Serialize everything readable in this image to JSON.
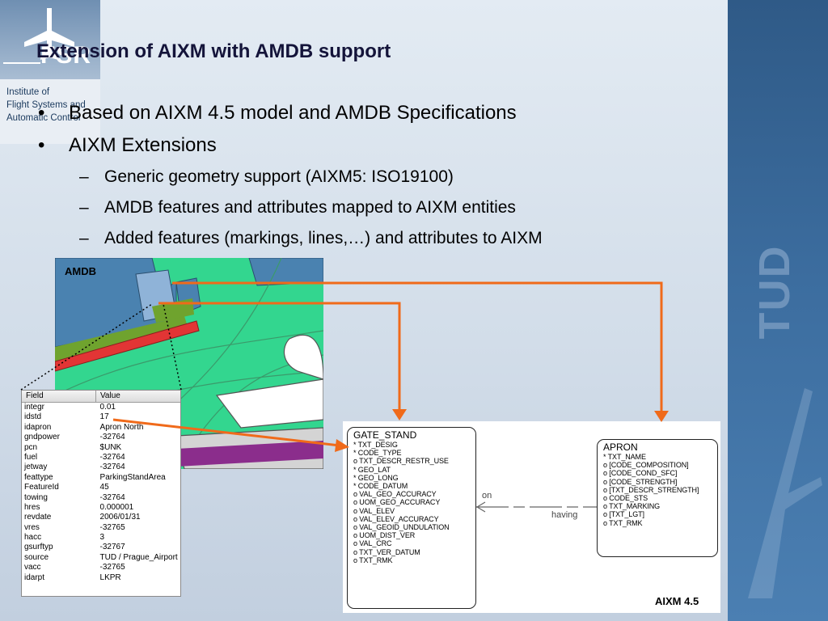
{
  "slide": {
    "title": "Extension of AIXM with AMDB support",
    "bullets": [
      {
        "marker": "•",
        "text": "Based on AIXM 4.5 model and AMDB Specifications"
      },
      {
        "marker": "•",
        "text": "AIXM Extensions"
      }
    ],
    "sub_bullets": [
      {
        "marker": "–",
        "text": "Generic geometry support (AIXM5: ISO19100)"
      },
      {
        "marker": "–",
        "text": "AMDB features and attributes mapped to AIXM entities"
      },
      {
        "marker": "–",
        "text": "Added features (markings, lines,…) and attributes to AIXM"
      }
    ]
  },
  "branding": {
    "logo_text": "FSR",
    "institute_lines": [
      "Institute of",
      "Flight Systems and",
      "Automatic Control"
    ],
    "side_text": "TUD"
  },
  "amdb_map": {
    "label": "AMDB"
  },
  "attribute_table": {
    "headers": [
      "Field",
      "Value"
    ],
    "rows": [
      [
        "integr",
        "0.01"
      ],
      [
        "idstd",
        "17"
      ],
      [
        "idapron",
        "Apron North"
      ],
      [
        "gndpower",
        "-32764"
      ],
      [
        "pcn",
        "$UNK"
      ],
      [
        "fuel",
        "-32764"
      ],
      [
        "jetway",
        "-32764"
      ],
      [
        "feattype",
        "ParkingStandArea"
      ],
      [
        "FeatureId",
        "45"
      ],
      [
        "towing",
        "-32764"
      ],
      [
        "hres",
        "0.000001"
      ],
      [
        "revdate",
        "2006/01/31"
      ],
      [
        "vres",
        "-32765"
      ],
      [
        "hacc",
        "3"
      ],
      [
        "gsurftyp",
        "-32767"
      ],
      [
        "source",
        "TUD / Prague_Airport"
      ],
      [
        "vacc",
        "-32765"
      ],
      [
        "idarpt",
        "LKPR"
      ]
    ]
  },
  "aixm_diagram": {
    "label": "AIXM 4.5",
    "gate_stand": {
      "name": "GATE_STAND",
      "attributes": [
        "*  TXT_DESIG",
        "*  CODE_TYPE",
        "o  TXT_DESCR_RESTR_USE",
        "*  GEO_LAT",
        "*  GEO_LONG",
        "*  CODE_DATUM",
        "o  VAL_GEO_ACCURACY",
        "o  UOM_GEO_ACCURACY",
        "o  VAL_ELEV",
        "o  VAL_ELEV_ACCURACY",
        "o  VAL_GEOID_UNDULATION",
        "o  UOM_DIST_VER",
        "o  VAL_CRC",
        "o  TXT_VER_DATUM",
        "o  TXT_RMK"
      ]
    },
    "apron": {
      "name": "APRON",
      "attributes": [
        "*  TXT_NAME",
        "o  [CODE_COMPOSITION]",
        "o  [CODE_COND_SFC]",
        "o  [CODE_STRENGTH]",
        "o  [TXT_DESCR_STRENGTH]",
        "o  CODE_STS",
        "o  TXT_MARKING",
        "o  [TXT_LGT]",
        "o  TXT_RMK"
      ]
    },
    "relation_on": "on",
    "relation_having": "having"
  },
  "colors": {
    "arrow": "#f06a1a",
    "map_green": "#33d68f",
    "map_blue": "#4a82b0",
    "map_red": "#e23535",
    "map_purple": "#8b2d8c"
  }
}
